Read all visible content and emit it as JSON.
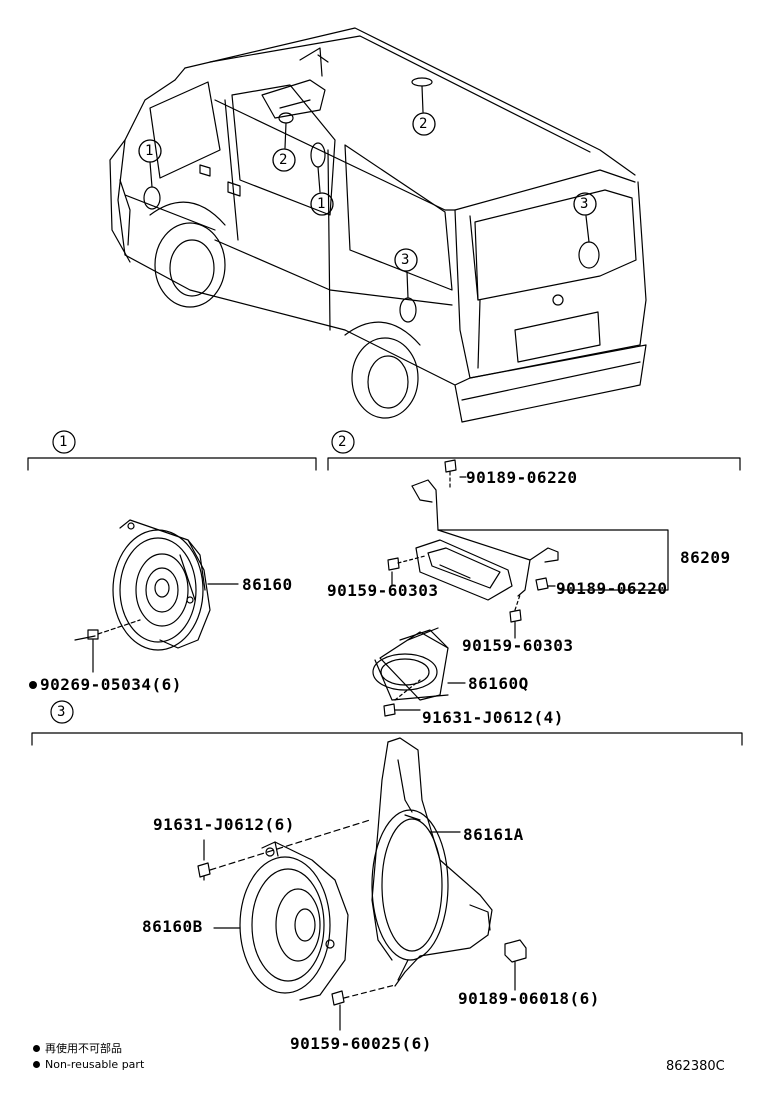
{
  "callouts": {
    "c1": "1",
    "c2": "2",
    "c3": "3"
  },
  "section_markers": {
    "s1": "1",
    "s2": "2",
    "s3": "3"
  },
  "parts": {
    "p_86160": "86160",
    "p_90269": "90269-05034(6)",
    "p_90189_top": "90189-06220",
    "p_86209": "86209",
    "p_90159_left": "90159-60303",
    "p_90189_right": "90189-06220",
    "p_90159_mid": "90159-60303",
    "p_86160Q": "86160Q",
    "p_91631_4": "91631-J0612(4)",
    "p_91631_6": "91631-J0612(6)",
    "p_86161A": "86161A",
    "p_86160B": "86160B",
    "p_90189_06018": "90189-06018(6)",
    "p_90159_60025": "90159-60025(6)"
  },
  "legend": {
    "jp": "再使用不可部品",
    "en": "Non-reusable part"
  },
  "diagram_code": "862380C"
}
